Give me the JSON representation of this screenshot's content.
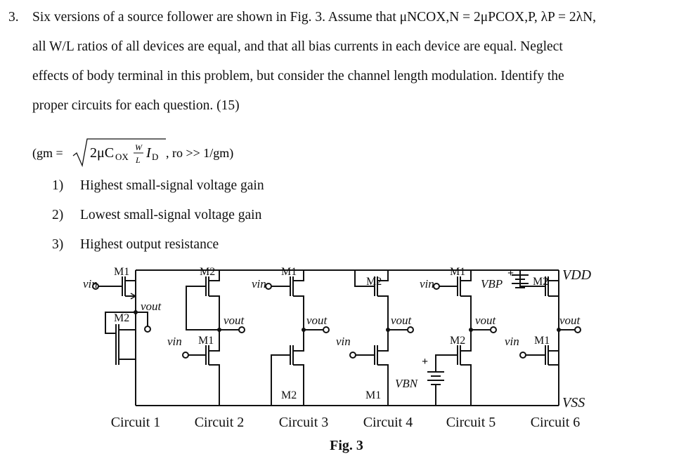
{
  "question": {
    "number": "3.",
    "lines": [
      "Six versions of a source follower are shown in Fig. 3. Assume that μNCOX,N = 2μPCOX,P, λP = 2λN,",
      "all W/L ratios of all devices are equal, and that all bias currents in each device are equal. Neglect",
      "effects of body terminal in this problem, but consider the channel length modulation. Identify the",
      "proper circuits for each question. (15)"
    ],
    "formula": {
      "prefix": "(gm =",
      "radicand_left": "2μC",
      "radicand_sub": "OX",
      "frac_num": "W",
      "frac_den": "L",
      "radicand_right": "I",
      "radicand_right_sub": "D",
      "suffix": ", ro >> 1/gm)"
    },
    "options": [
      {
        "num": "1)",
        "text": "Highest small-signal voltage gain"
      },
      {
        "num": "2)",
        "text": "Lowest small-signal voltage gain"
      },
      {
        "num": "3)",
        "text": "Highest output resistance"
      }
    ]
  },
  "figure": {
    "caption": "Fig. 3",
    "rail_top": "VDD",
    "rail_bottom": "VSS",
    "vin": "vin",
    "vout": "vout",
    "vbp": "VBP",
    "vbn": "VBN",
    "m1": "M1",
    "m2": "M2",
    "circuits": [
      "Circuit 1",
      "Circuit 2",
      "Circuit 3",
      "Circuit 4",
      "Circuit 5",
      "Circuit 6"
    ]
  }
}
